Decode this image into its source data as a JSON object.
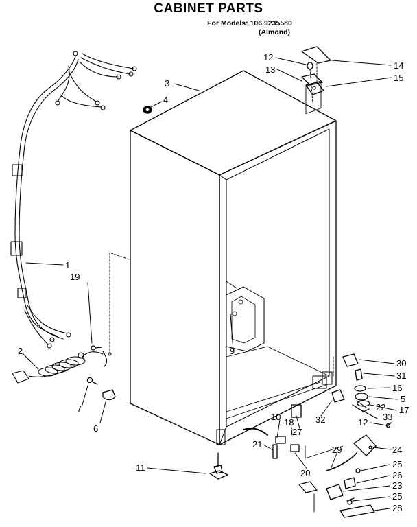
{
  "header": {
    "title": "CABINET PARTS",
    "models": "For Models: 106.9235580",
    "color": "(Almond)"
  },
  "callouts": [
    {
      "id": "c1",
      "label": "1"
    },
    {
      "id": "c2",
      "label": "2"
    },
    {
      "id": "c3",
      "label": "3"
    },
    {
      "id": "c4",
      "label": "4"
    },
    {
      "id": "c5",
      "label": "5"
    },
    {
      "id": "c6",
      "label": "6"
    },
    {
      "id": "c7",
      "label": "7"
    },
    {
      "id": "c9",
      "label": "9"
    },
    {
      "id": "c10",
      "label": "10"
    },
    {
      "id": "c11",
      "label": "11"
    },
    {
      "id": "c12a",
      "label": "12"
    },
    {
      "id": "c12b",
      "label": "12"
    },
    {
      "id": "c13",
      "label": "13"
    },
    {
      "id": "c14",
      "label": "14"
    },
    {
      "id": "c15",
      "label": "15"
    },
    {
      "id": "c16",
      "label": "16"
    },
    {
      "id": "c17",
      "label": "17"
    },
    {
      "id": "c18",
      "label": "18"
    },
    {
      "id": "c19",
      "label": "19"
    },
    {
      "id": "c20",
      "label": "20"
    },
    {
      "id": "c21",
      "label": "21"
    },
    {
      "id": "c22",
      "label": "22"
    },
    {
      "id": "c23",
      "label": "23"
    },
    {
      "id": "c24",
      "label": "24"
    },
    {
      "id": "c25a",
      "label": "25"
    },
    {
      "id": "c25b",
      "label": "25"
    },
    {
      "id": "c26",
      "label": "26"
    },
    {
      "id": "c27",
      "label": "27"
    },
    {
      "id": "c28",
      "label": "28"
    },
    {
      "id": "c29",
      "label": "29"
    },
    {
      "id": "c30",
      "label": "30"
    },
    {
      "id": "c31",
      "label": "31"
    },
    {
      "id": "c32",
      "label": "32"
    },
    {
      "id": "c33",
      "label": "33"
    }
  ]
}
